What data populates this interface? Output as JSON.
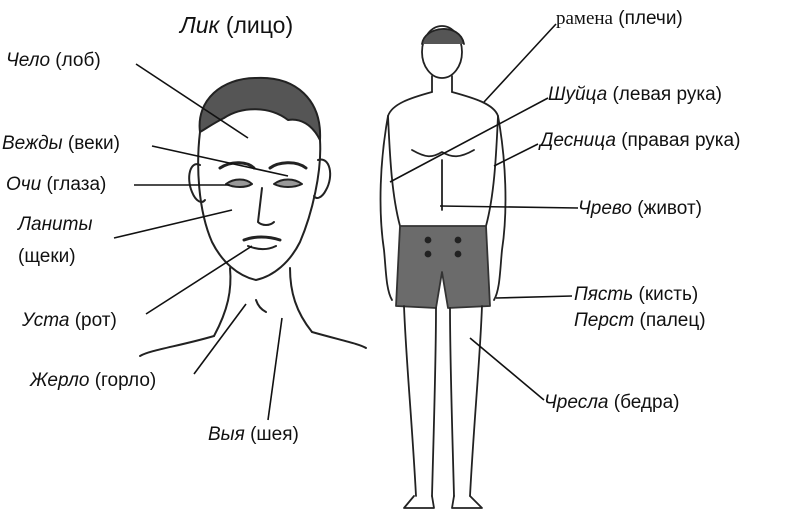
{
  "title": {
    "old": "Лик",
    "modern": "(лицо)"
  },
  "face_labels": [
    {
      "id": "brow",
      "old": "Чело",
      "modern": "(лоб)"
    },
    {
      "id": "eyelids",
      "old": "Вежды",
      "modern": "(веки)"
    },
    {
      "id": "eyes",
      "old": "Очи",
      "modern": "(глаза)"
    },
    {
      "id": "cheeks",
      "old": "Ланиты",
      "modern": "(щеки)"
    },
    {
      "id": "mouth",
      "old": "Уста",
      "modern": "(рот)"
    },
    {
      "id": "throat",
      "old": "Жерло",
      "modern": "(горло)"
    },
    {
      "id": "neck",
      "old": "Выя",
      "modern": "(шея)"
    }
  ],
  "body_labels": [
    {
      "id": "shoulders",
      "old": "рамена",
      "modern": "(плечи)"
    },
    {
      "id": "left-hand",
      "old": "Шуйца",
      "modern": "(левая рука)"
    },
    {
      "id": "right-hand",
      "old": "Десница",
      "modern": "(правая рука)"
    },
    {
      "id": "belly",
      "old": "Чрево",
      "modern": "(живот)"
    },
    {
      "id": "wrist",
      "old": "Пясть",
      "modern": "(кисть)"
    },
    {
      "id": "finger",
      "old": "Перст",
      "modern": "(палец)"
    },
    {
      "id": "hips",
      "old": "Чресла",
      "modern": "(бедра)"
    }
  ]
}
